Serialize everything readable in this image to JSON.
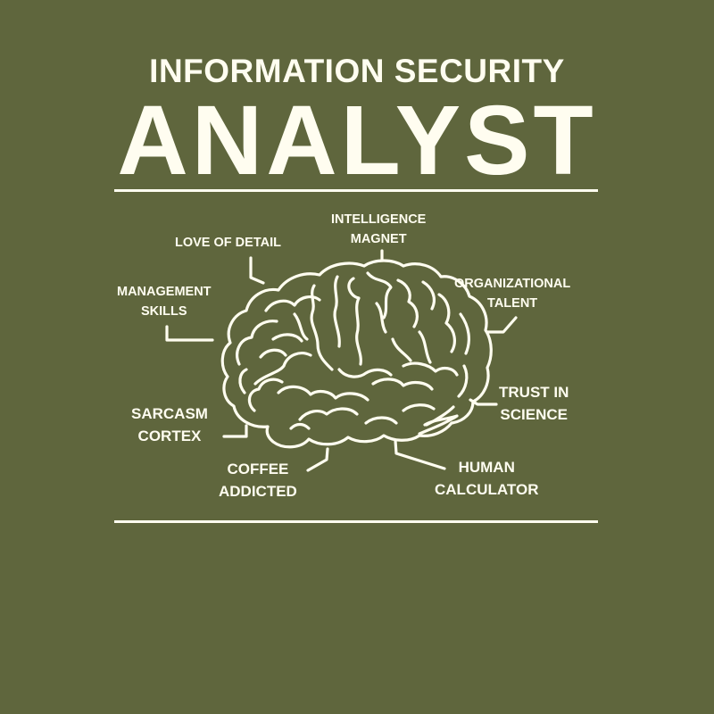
{
  "colors": {
    "background": "#5f663d",
    "foreground": "#fffdf0"
  },
  "header": {
    "subtitle": "INFORMATION SECURITY",
    "title": "ANALYST"
  },
  "illustration": {
    "icon": "brain-icon",
    "labels": [
      {
        "id": "love-of-detail",
        "lines": [
          "LOVE OF DETAIL"
        ]
      },
      {
        "id": "intelligence-magnet",
        "lines": [
          "INTELLIGENCE",
          "MAGNET"
        ]
      },
      {
        "id": "management-skills",
        "lines": [
          "MANAGEMENT",
          "SKILLS"
        ]
      },
      {
        "id": "organizational-talent",
        "lines": [
          "ORGANIZATIONAL",
          "TALENT"
        ]
      },
      {
        "id": "sarcasm-cortex",
        "lines": [
          "SARCASM",
          "CORTEX"
        ]
      },
      {
        "id": "trust-in-science",
        "lines": [
          "TRUST IN",
          "SCIENCE"
        ]
      },
      {
        "id": "coffee-addicted",
        "lines": [
          "COFFEE",
          "ADDICTED"
        ]
      },
      {
        "id": "human-calculator",
        "lines": [
          "HUMAN",
          "CALCULATOR"
        ]
      }
    ]
  }
}
